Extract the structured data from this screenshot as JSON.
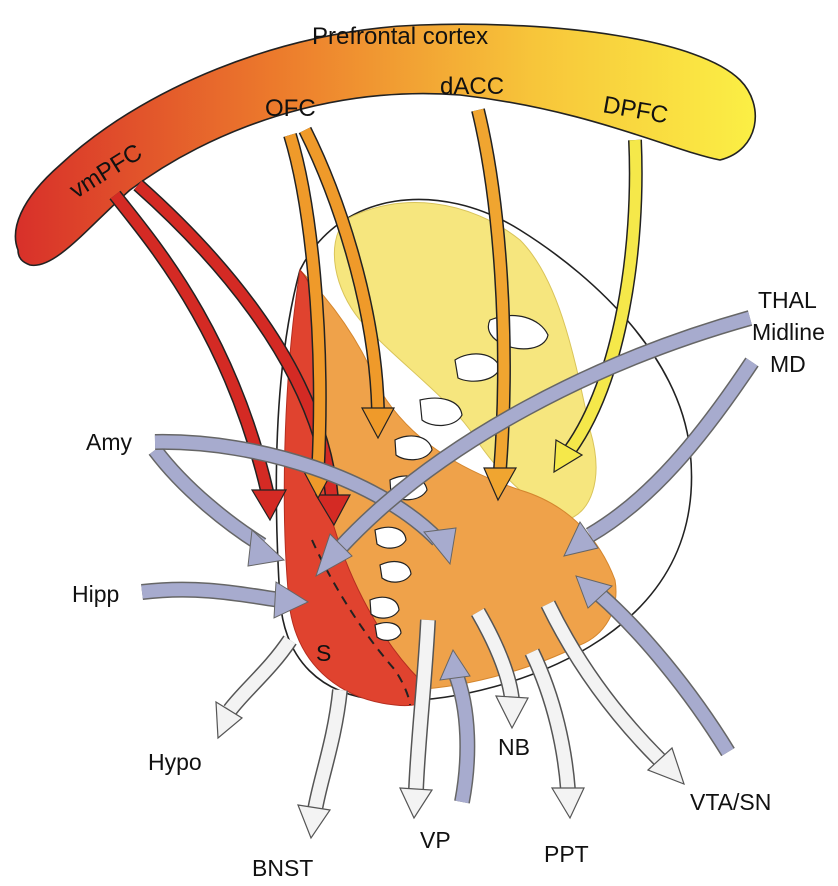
{
  "cortex": {
    "title": "Prefrontal cortex",
    "regions": {
      "vmpfc": "vmPFC",
      "ofc": "OFC",
      "dacc": "dACC",
      "dpfc": "DPFC"
    }
  },
  "inputs": {
    "amy": "Amy",
    "hipp": "Hipp",
    "thal_line1": "THAL",
    "thal_line2": "Midline",
    "thal_line3": "MD"
  },
  "striatum": {
    "shell": "S"
  },
  "outputs": {
    "hypo": "Hypo",
    "bnst": "BNST",
    "vp": "VP",
    "nb": "NB",
    "ppt": "PPT",
    "vta_sn": "VTA/SN"
  },
  "colors": {
    "vmpfc_arrow": "#d42a24",
    "ofc_arrow": "#ef9a2a",
    "dacc_arrow": "#f0a530",
    "dpfc_arrow": "#f5e84a",
    "input_arrow": "#a7abce",
    "output_arrow": "#f3f3f3",
    "shell_fill": "#e0432f",
    "core_fill": "#efa24a",
    "dorsal_fill": "#f6e67e"
  }
}
